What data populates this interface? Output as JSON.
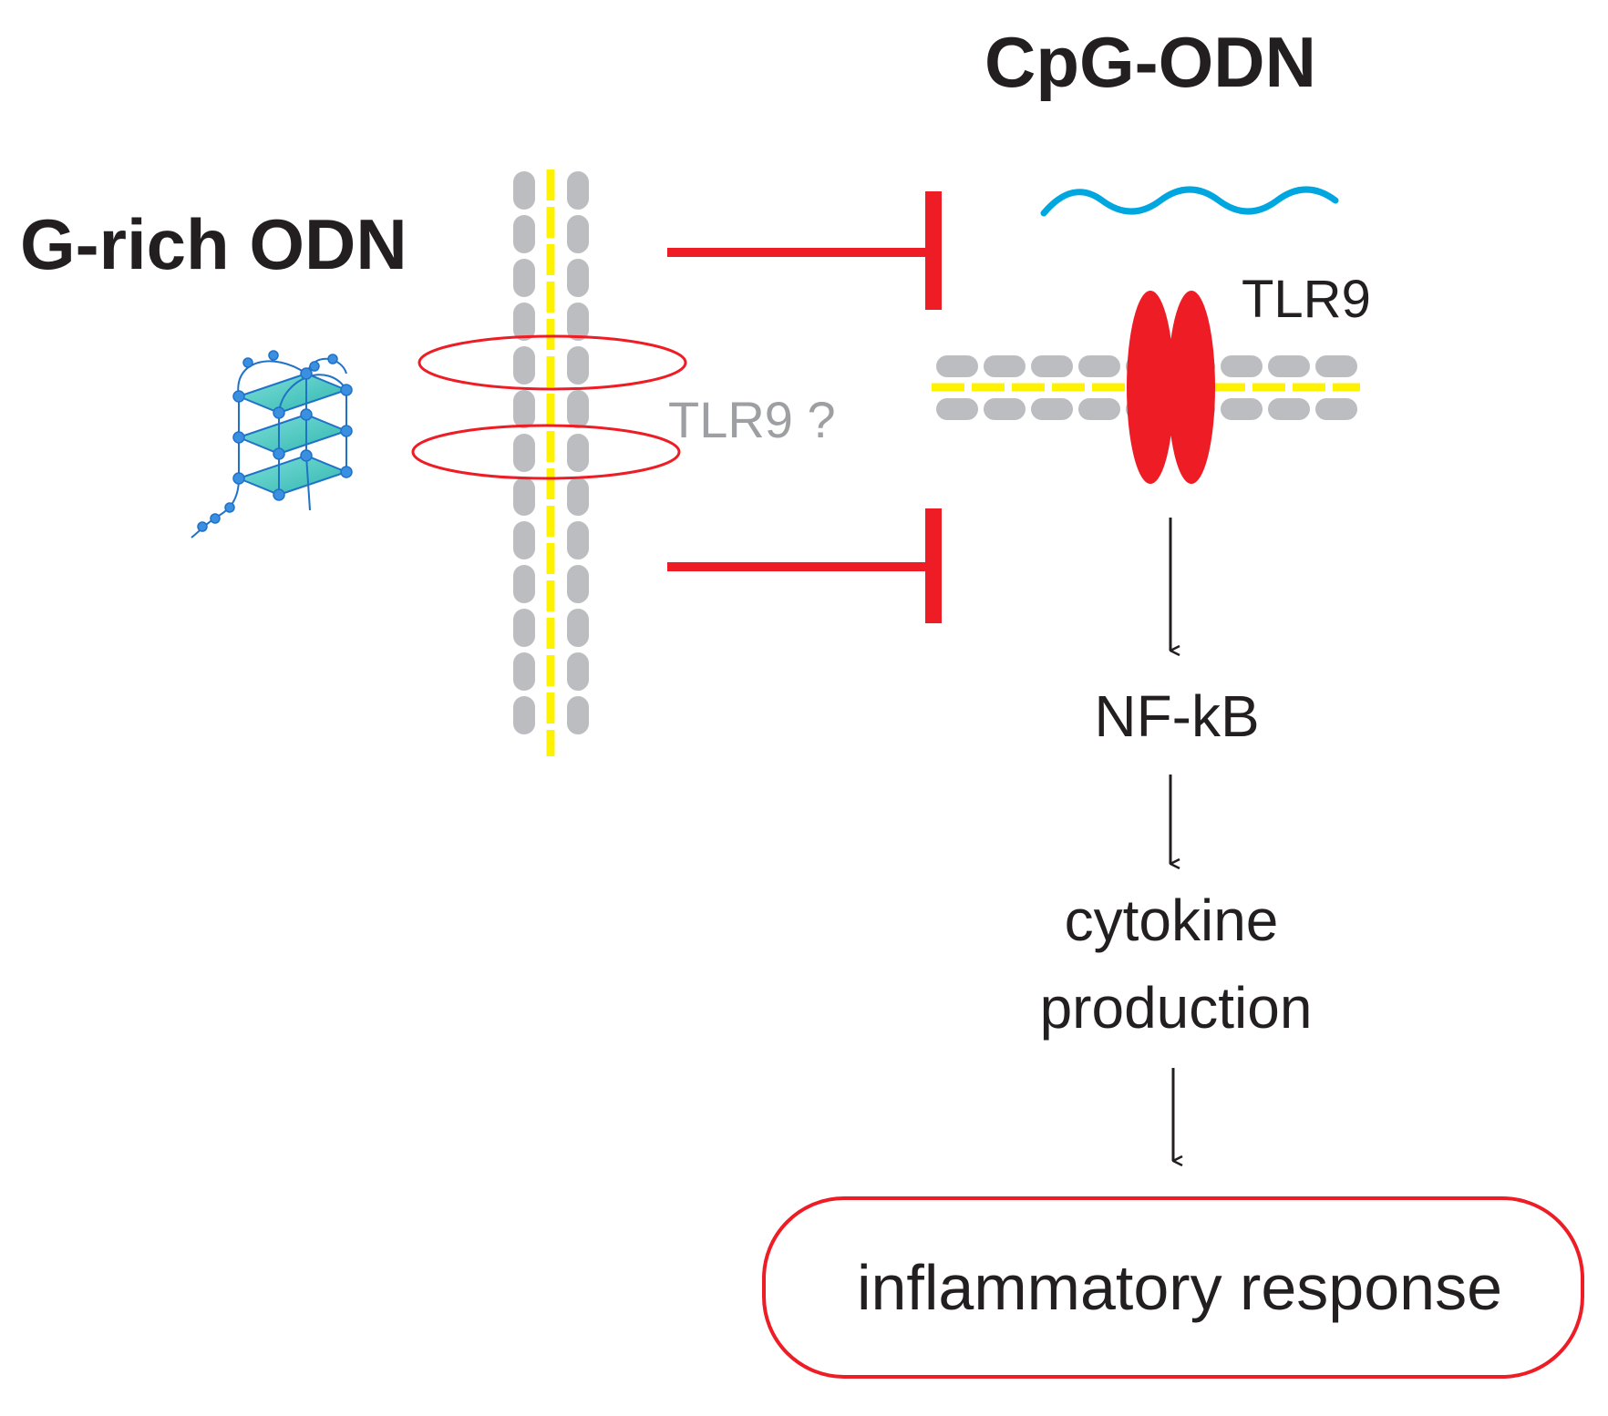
{
  "labels": {
    "cpg_odn": "CpG-ODN",
    "g_rich_odn": "G-rich ODN",
    "tlr9": "TLR9",
    "tlr9_question": "TLR9 ?",
    "nfkb": "NF-kB",
    "cytokine_line1": "cytokine",
    "cytokine_line2": "production",
    "inflammatory_response": "inflammatory response"
  },
  "colors": {
    "inhibition": "#ee1c25",
    "membrane_lipid": "#bcbdc0",
    "membrane_core": "#fff200",
    "cpg_strand": "#00a6e0",
    "tlr9_receptor": "#ee1c25",
    "arrow": "#231f20",
    "text_bold": "#231f20",
    "text_question": "#9d9fa2",
    "gquad_line": "#1f72c8",
    "gquad_plane": "#3ec9c2"
  },
  "icons": {
    "g_quadruplex": "g-quadruplex-icon",
    "cpg_strand": "cpg-strand-icon",
    "receptor": "tlr9-receptor-icon"
  }
}
